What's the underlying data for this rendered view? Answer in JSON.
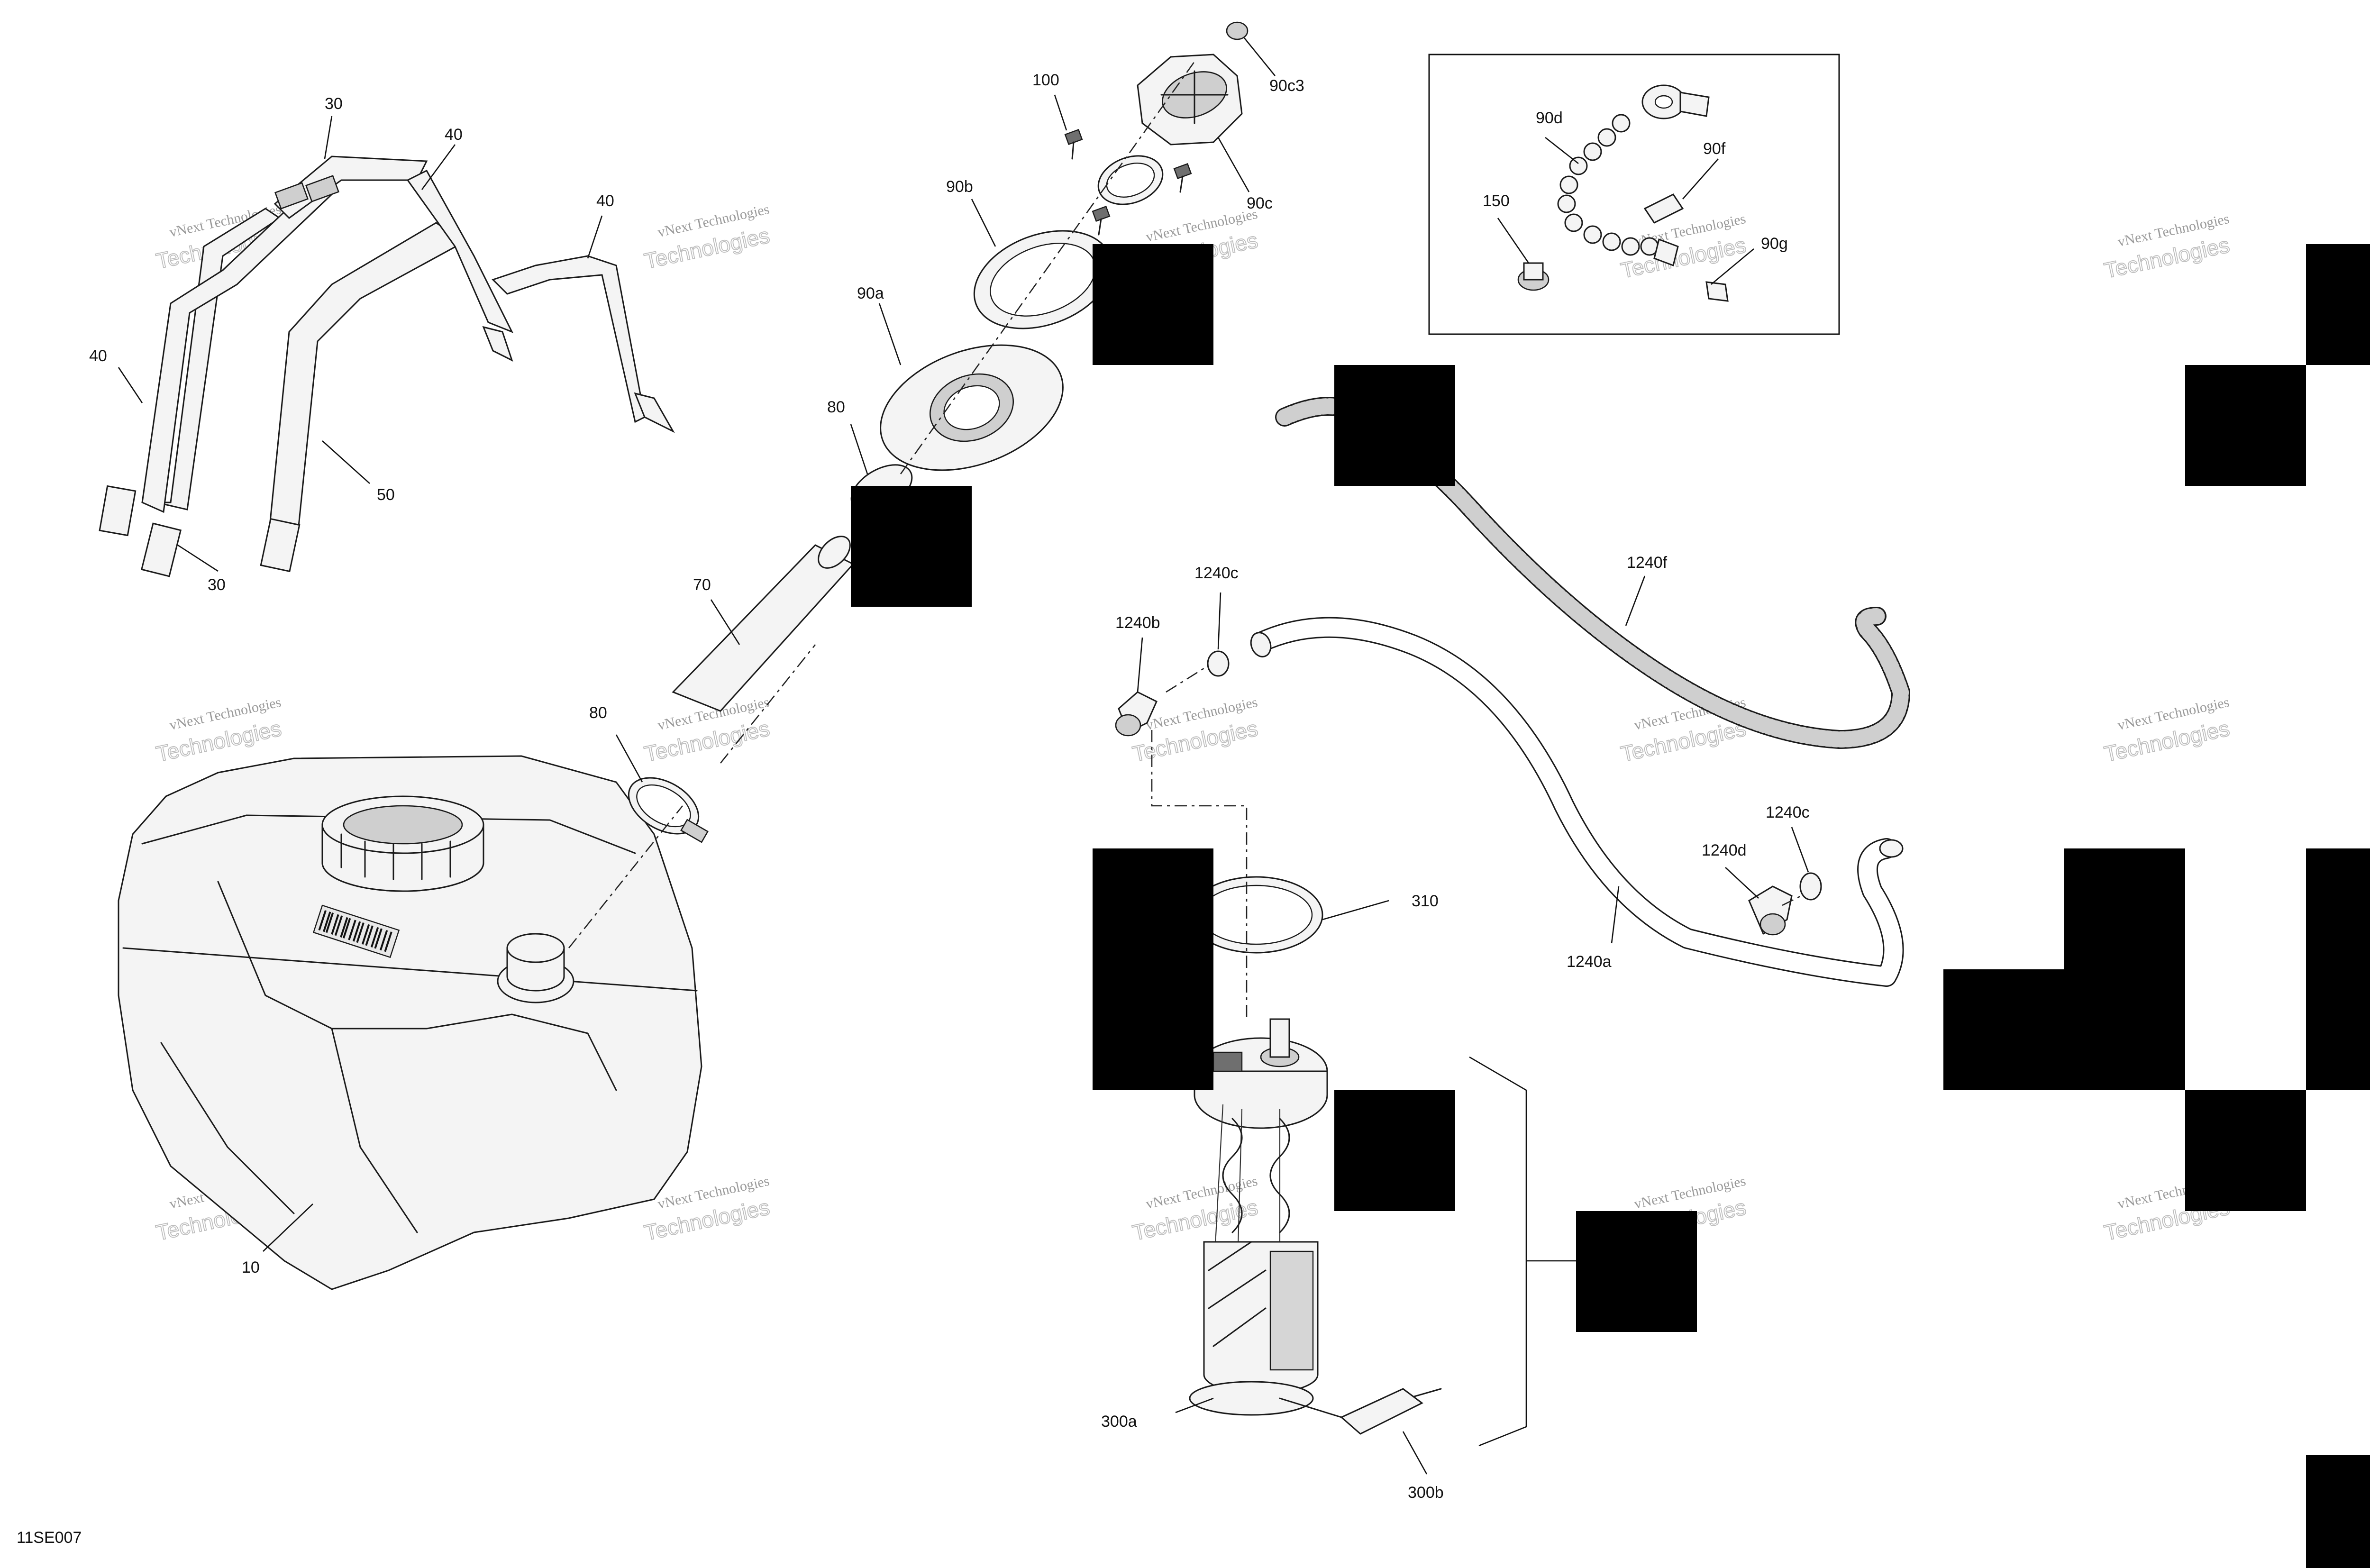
{
  "figure_id": "11SE007",
  "callouts": [
    "10",
    "30",
    "30",
    "40",
    "40",
    "40",
    "50",
    "70",
    "80",
    "80",
    "90a",
    "90b",
    "90c",
    "90c3",
    "90d",
    "90f",
    "90g",
    "100",
    "150",
    "310",
    "300a",
    "300b",
    "1240a",
    "1240b",
    "1240c",
    "1240c",
    "1240d",
    "1240f"
  ],
  "watermark": {
    "line1": "vNext Technologies",
    "line2": "Technologies"
  },
  "colors": {
    "ink": "#1a1a1a",
    "redaction": "#000000",
    "watermark": "#9a9a9a"
  }
}
